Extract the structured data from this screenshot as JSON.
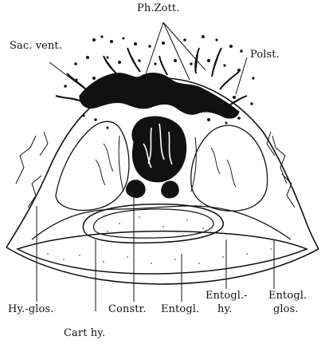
{
  "labels": {
    "ph_zott": "Ph.Zott.",
    "sac_vent": "Sac. vent.",
    "polst": "Polst.",
    "hy_glos": "Hy.-glos.",
    "cart_hy": "Cart hy.",
    "constr": "Constr.",
    "entogl": "Entogl.",
    "entogl_hy_1": "Entogl.-",
    "entogl_hy_2": "hy.",
    "entogl_glos_1": "Entogl.",
    "entogl_glos_2": "glos."
  }
}
